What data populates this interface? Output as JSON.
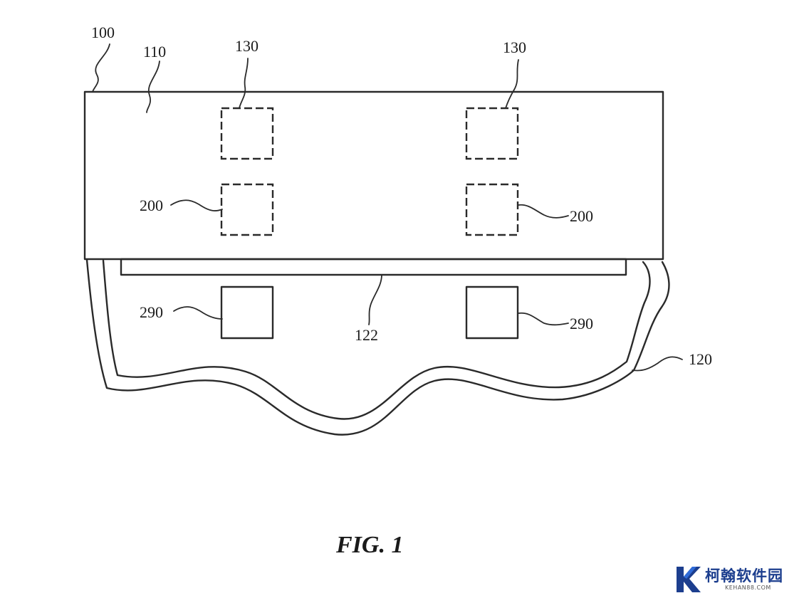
{
  "figure": {
    "caption": "FIG. 1",
    "labels": {
      "device": "100",
      "cover_plate": "110",
      "upper_pad_left": "130",
      "upper_pad_right": "130",
      "middle_pad_left": "200",
      "middle_pad_right": "200",
      "strip": "122",
      "lower_pad_left": "290",
      "lower_pad_right": "290",
      "flexible_layer": "120"
    }
  },
  "watermark": {
    "brand": "柯翰软件园",
    "domain": "KEHAN88.COM",
    "color": "#1c3e8e"
  }
}
